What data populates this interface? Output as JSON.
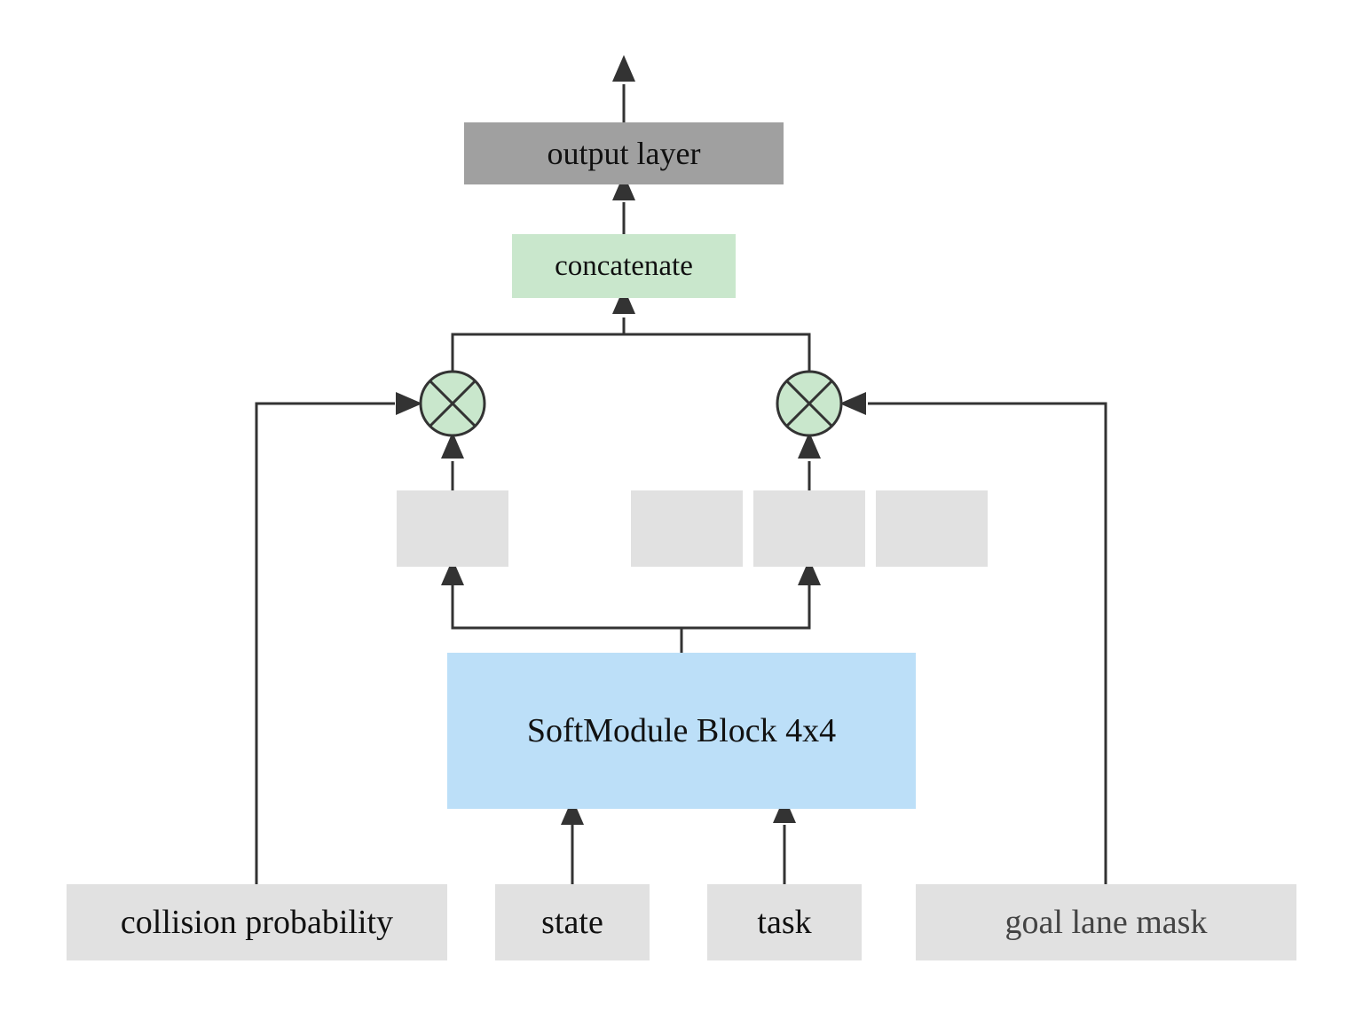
{
  "nodes": {
    "output_layer": "output layer",
    "concatenate": "concatenate",
    "softmodule_block": "SoftModule Block 4x4",
    "collision_probability": "collision probability",
    "state": "state",
    "task": "task",
    "goal_lane_mask": "goal lane mask"
  },
  "icons": {
    "multiply": "multiply-icon",
    "arrow": "arrowhead-icon"
  },
  "colors": {
    "output_fill": "#a0a0a0",
    "concat_fill": "#c9e7cc",
    "softmodule_fill": "#bcdff8",
    "input_fill": "#e1e1e1",
    "module_fill": "#e1e1e1",
    "multiply_fill": "#c9e7cc",
    "line": "#333333",
    "goal_text": "#444444"
  }
}
